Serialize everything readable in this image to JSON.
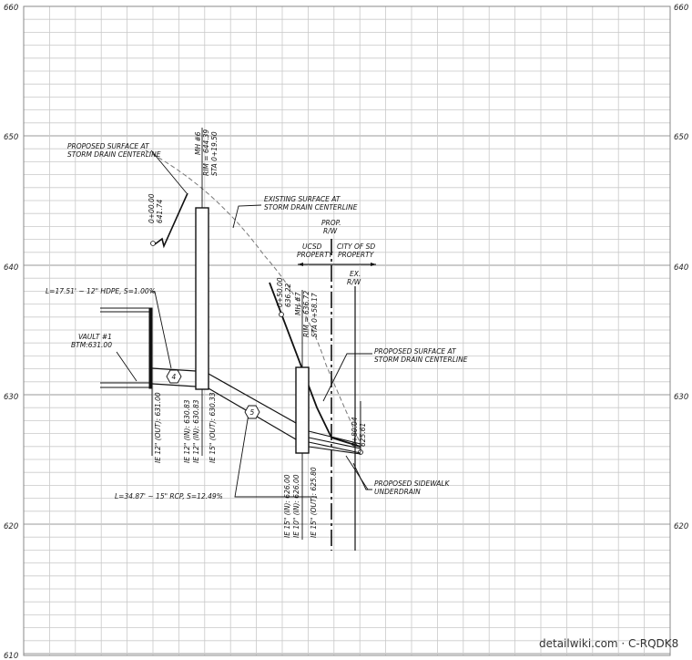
{
  "elevation_labels": [
    "660",
    "650",
    "640",
    "630",
    "620",
    "610"
  ],
  "callouts": {
    "proposed_surface_top": [
      "PROPOSED SURFACE AT",
      "STORM DRAIN CENTERLINE"
    ],
    "existing_surface": [
      "EXISTING SURFACE AT",
      "STORM DRAIN CENTERLINE"
    ],
    "proposed_surface_right": [
      "PROPOSED SURFACE AT",
      "STORM DRAIN CENTERLINE"
    ],
    "prop_rw": [
      "PROP.",
      "R/W"
    ],
    "ucsd_property": [
      "UCSD",
      "PROPERTY"
    ],
    "city_property": [
      "CITY OF SD",
      "PROPERTY"
    ],
    "ex_rw": [
      "EX.",
      "R/W"
    ],
    "sidewalk_underdrain": [
      "PROPOSED SIDEWALK",
      "UNDERDRAIN"
    ],
    "pipe_a": "L=17.51' ~ 12\" HDPE, S=1.00%",
    "pipe_b": "L=34.87' ~ 15\" RCP, S=12.49%",
    "vault": [
      "VAULT #1",
      "BTM:631.00"
    ]
  },
  "stations": {
    "sta_0_00": [
      "0+00.00",
      "641.74"
    ],
    "sta_0_50": [
      "0+50.00",
      "636.22"
    ],
    "sta_0_80": [
      "0+80.04",
      "625.61"
    ]
  },
  "mh6": [
    "MH #6",
    "RIM = 644.39",
    "STA 0+19.50"
  ],
  "mh7": [
    "MH #7",
    "RIM = 636.72",
    "STA 0+58.17"
  ],
  "ie_vault": "IE 12\" (OUT): 631.00",
  "ie_mh6": [
    "IE 12\" (IN): 630.83",
    "IE 12\" (IN): 630.83",
    "IE 15\" (OUT): 630.33"
  ],
  "ie_mh7": [
    "IE 15\" (IN): 626.00",
    "IE 10\" (IN): 626.00",
    "IE 15\" (OUT): 625.80"
  ],
  "tags": {
    "pipe_a": "4",
    "pipe_b": "5"
  },
  "watermark": "detailwiki.com · C-RQDK8"
}
